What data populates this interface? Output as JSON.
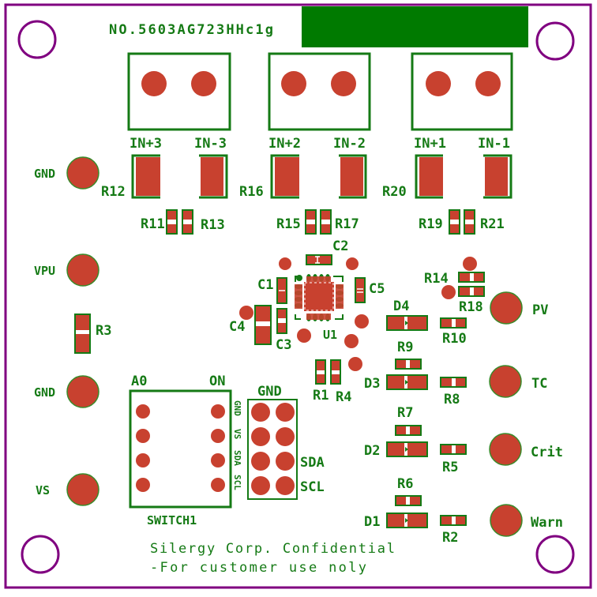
{
  "board": {
    "part_number": "NO.5603AG723HHc1g",
    "confidential_line1": "Silergy Corp. Confidential",
    "confidential_line2": "-For customer use noly",
    "colors": {
      "outline": "#800080",
      "silkscreen": "#157a15",
      "copper_pad": "#c8412f",
      "solid_block": "#007a00",
      "background": "#ffffff"
    }
  },
  "connectors": [
    {
      "plus": "IN+3",
      "minus": "IN-3"
    },
    {
      "plus": "IN+2",
      "minus": "IN-2"
    },
    {
      "plus": "IN+1",
      "minus": "IN-1"
    }
  ],
  "shunts": [
    "R12",
    "R16",
    "R20"
  ],
  "small_resistors_top": [
    {
      "left": "R11",
      "right": "R13"
    },
    {
      "left": "R15",
      "right": "R17"
    },
    {
      "left": "R19",
      "right": "R21"
    }
  ],
  "left_testpoints": [
    "GND",
    "VPU",
    "GND",
    "VS"
  ],
  "r3_label": "R3",
  "ic": {
    "label": "U1",
    "caps": [
      "C1",
      "C2",
      "C3",
      "C4",
      "C5"
    ],
    "resistors_below": [
      "R1",
      "R4"
    ]
  },
  "switch": {
    "label": "SWITCH1",
    "top_left": "A0",
    "top_right": "ON",
    "side_labels": [
      "GND",
      "VS",
      "SDA",
      "SCL"
    ]
  },
  "header": {
    "top_label": "GND",
    "pins": [
      "SDA",
      "SCL"
    ]
  },
  "right_side": {
    "r14": "R14",
    "r18": "R18",
    "leds": [
      {
        "diode": "D4",
        "series": "R9",
        "pull": "R10"
      },
      {
        "diode": "D3",
        "series": "R7",
        "pull": "R8"
      },
      {
        "diode": "D2",
        "series": "R6",
        "pull": "R5"
      },
      {
        "diode": "D1",
        "series": "",
        "pull": "R2"
      }
    ],
    "testpoints": [
      "PV",
      "TC",
      "Crit",
      "Warn"
    ]
  }
}
